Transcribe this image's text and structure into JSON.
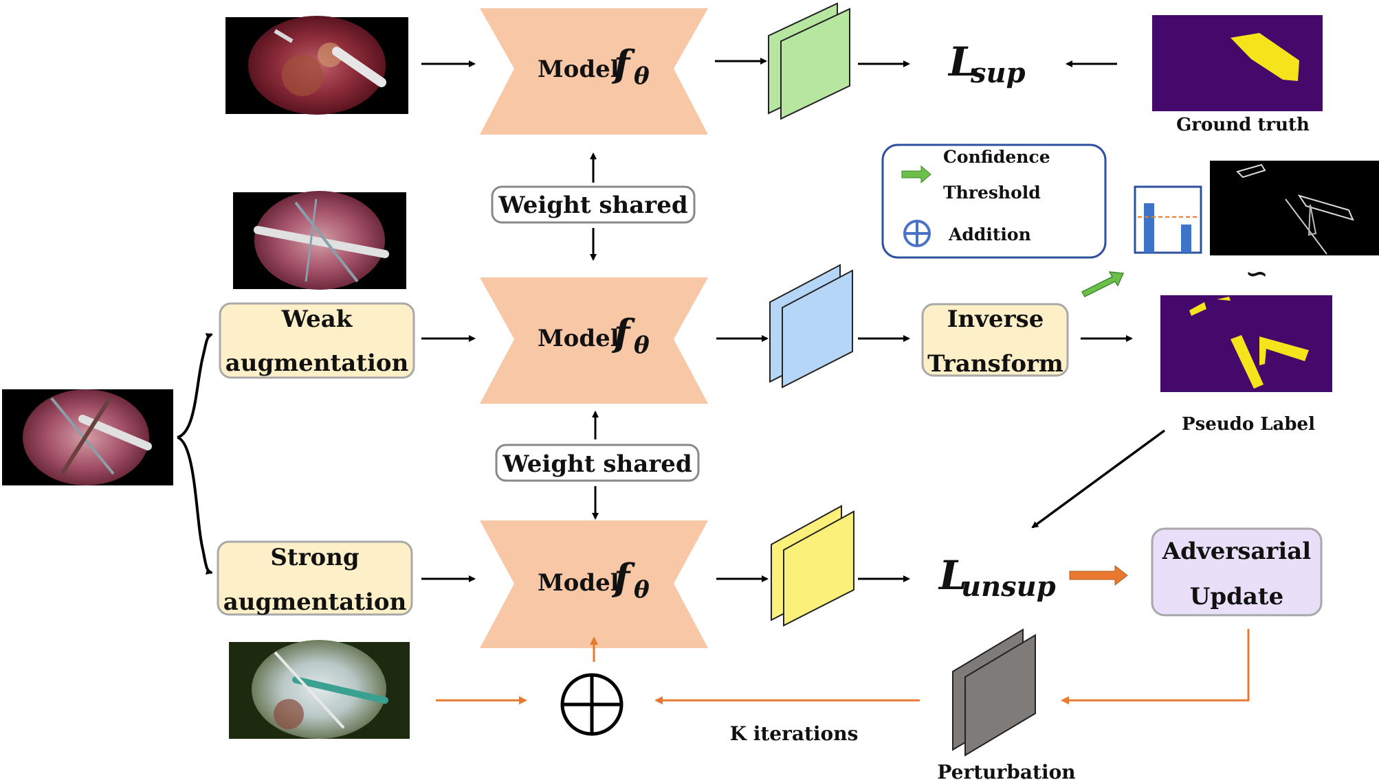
{
  "models": {
    "model_label": "Model",
    "func_symbol": "f",
    "func_subscript": "θ"
  },
  "weight_shared": [
    "Weight shared",
    "Weight shared"
  ],
  "weak_aug": [
    "Weak",
    "augmentation"
  ],
  "strong_aug": [
    "Strong",
    "augmentation"
  ],
  "inverse_transform": [
    "Inverse",
    "Transform"
  ],
  "adversarial_update": [
    "Adversarial",
    "Update"
  ],
  "loss_sup": {
    "main": "L",
    "sub": "sup"
  },
  "loss_unsup": {
    "main": "L",
    "sub": "unsup"
  },
  "ground_truth_label": "Ground truth",
  "pseudo_label_label": "Pseudo Label",
  "legend": {
    "confidence_line1": "Confidence",
    "confidence_line2": "Threshold",
    "addition": "Addition"
  },
  "approx_symbol": "∽",
  "k_iterations": "K iterations",
  "perturbation_label": "Perturbation",
  "colors": {
    "model": "#f8c7a6",
    "feature_green": "#b7e6a0",
    "feature_blue": "#b6d6f8",
    "feature_yellow": "#faf07a",
    "feature_gray": "#7f7b78",
    "aug_box": "#fdf0c9",
    "adv_box": "#e9dff8",
    "mask_bg": "#45086b",
    "mask_fg": "#f5e31c",
    "orange_arrow": "#e8792f",
    "green_arrow": "#6cbf4a",
    "legend_blue": "#4a72c4"
  }
}
